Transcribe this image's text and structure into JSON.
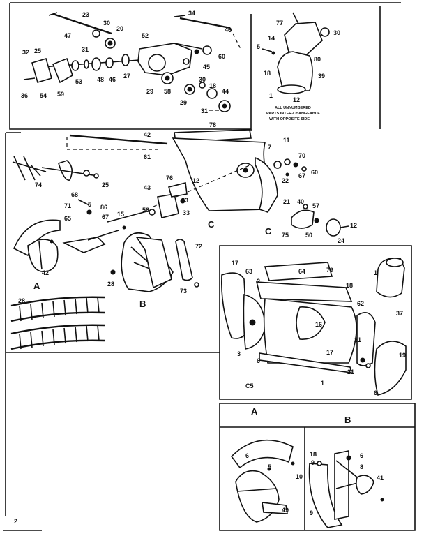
{
  "callouts": {
    "n23": "23",
    "n30a": "30",
    "n20": "20",
    "n47": "47",
    "n34": "34",
    "n46": "46",
    "n52": "52",
    "n32": "32",
    "n25": "25",
    "n31": "31",
    "n60": "60",
    "n45": "45",
    "n27": "27",
    "n48": "48",
    "n53": "53",
    "n59": "59",
    "n54": "54",
    "n36": "36",
    "n29a": "29",
    "n30b": "30",
    "n18a": "18",
    "n44": "44",
    "n29b": "29",
    "n31b": "31",
    "n77": "77",
    "n30c": "30",
    "n5a": "5",
    "n14": "14",
    "n80": "80",
    "n18b": "18",
    "n39": "39",
    "n1a": "1",
    "n12a": "12",
    "n42a": "42",
    "n78": "78",
    "n61": "61",
    "n7": "7",
    "n11": "11",
    "n70": "70",
    "n60b": "60",
    "n22": "22",
    "n67a": "67",
    "n74": "74",
    "n25b": "25",
    "n43": "43",
    "n76": "76",
    "n33": "33",
    "n68": "68",
    "n71": "71",
    "n5b": "5",
    "n86": "86",
    "n65": "65",
    "n67b": "67",
    "n15": "15",
    "n58": "58",
    "n21a": "21",
    "n40": "40",
    "n57": "57",
    "n75": "75",
    "n50": "50",
    "n12b": "12",
    "n24": "24",
    "n42b": "42",
    "n72": "72",
    "n28a": "28",
    "n73": "73",
    "n28b": "28",
    "n17a": "17",
    "n63": "63",
    "n64": "64",
    "n79": "79",
    "n1b": "1",
    "n2": "2",
    "n18c": "18",
    "n16": "16",
    "n62": "62",
    "n37": "37",
    "n21b": "21",
    "n3": "3",
    "n6a": "6",
    "n17b": "17",
    "n21c": "21",
    "n19": "19",
    "n1c": "1",
    "n6b": "6",
    "n6c": "6",
    "n5c": "5",
    "n10": "10",
    "n49": "49",
    "n18d": "18",
    "n9": "9",
    "n41": "41",
    "n8": "8"
  },
  "section_letters": {
    "a1": "A",
    "b1": "B",
    "c1": "C",
    "c2": "C",
    "a2": "A",
    "b2": "B"
  },
  "note_lines": [
    "ALL UNNUMBERED",
    "PARTS INTER-CHANGEABLE",
    "WITH OPPOSITE SIDE"
  ],
  "code_label": "C5",
  "page_number": "2"
}
